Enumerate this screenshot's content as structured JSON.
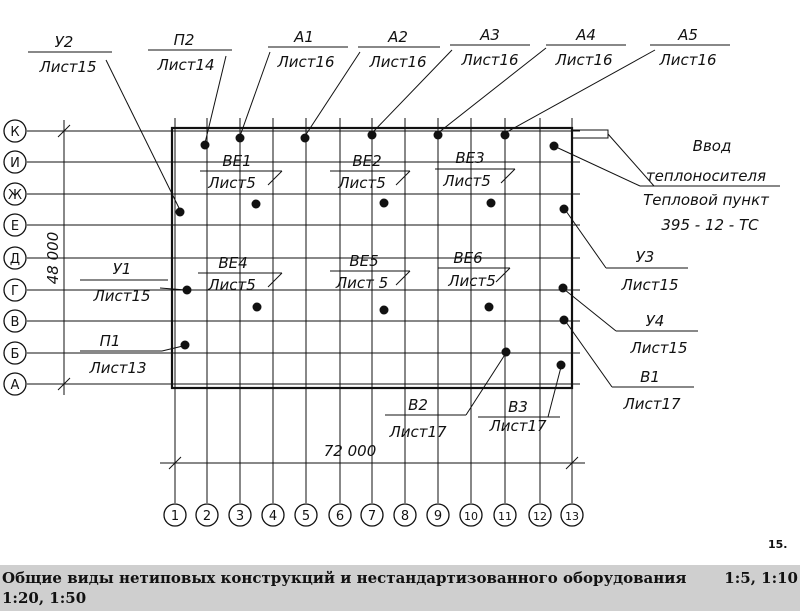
{
  "drawing": {
    "axes_rows": [
      "К",
      "И",
      "Ж",
      "Е",
      "Д",
      "Г",
      "В",
      "Б",
      "А"
    ],
    "axes_cols": [
      "1",
      "2",
      "3",
      "4",
      "5",
      "6",
      "7",
      "8",
      "9",
      "10",
      "11",
      "12",
      "13"
    ],
    "dim_horizontal": "72 000",
    "dim_vertical": "48 000",
    "callouts": {
      "y2": {
        "top": "У2",
        "bottom": "Лист15"
      },
      "p2": {
        "top": "П2",
        "bottom": "Лист14"
      },
      "a1": {
        "top": "А1",
        "bottom": "Лист16"
      },
      "a2": {
        "top": "А2",
        "bottom": "Лист16"
      },
      "a3": {
        "top": "А3",
        "bottom": "Лист16"
      },
      "a4": {
        "top": "А4",
        "bottom": "Лист16"
      },
      "a5": {
        "top": "А5",
        "bottom": "Лист16"
      },
      "y1": {
        "top": "У1",
        "bottom": "Лист15"
      },
      "p1": {
        "top": "П1",
        "bottom": "Лист13"
      },
      "y3": {
        "top": "У3",
        "bottom": "Лист15"
      },
      "y4": {
        "top": "У4",
        "bottom": "Лист15"
      },
      "b1": {
        "top": "В1",
        "bottom": "Лист17"
      },
      "b2": {
        "top": "В2",
        "bottom": "Лист17"
      },
      "b3": {
        "top": "В3",
        "bottom": "Лист17"
      }
    },
    "blocks": {
      "ve1": {
        "top": "ВЕ1",
        "bottom": "Лист5"
      },
      "ve2": {
        "top": "ВЕ2",
        "bottom": "Лист5"
      },
      "ve3": {
        "top": "ВЕ3",
        "bottom": "Лист5"
      },
      "ve4": {
        "top": "ВЕ4",
        "bottom": "Лист5"
      },
      "ve5": {
        "top": "ВЕ5",
        "bottom": "Лист 5"
      },
      "ve6": {
        "top": "ВЕ6",
        "bottom": "Лист5"
      }
    },
    "inlet": {
      "line1": "Ввод",
      "line2": "теплоносителя",
      "line3": "Тепловой пункт",
      "line4": "395 - 12 - ТС"
    }
  },
  "figure_number": "15.",
  "caption": {
    "line1": "Общие виды нетиповых конструкций и нестандартизованного оборудования",
    "scales1": "1:5, 1:10",
    "line2": "1:20, 1:50"
  }
}
